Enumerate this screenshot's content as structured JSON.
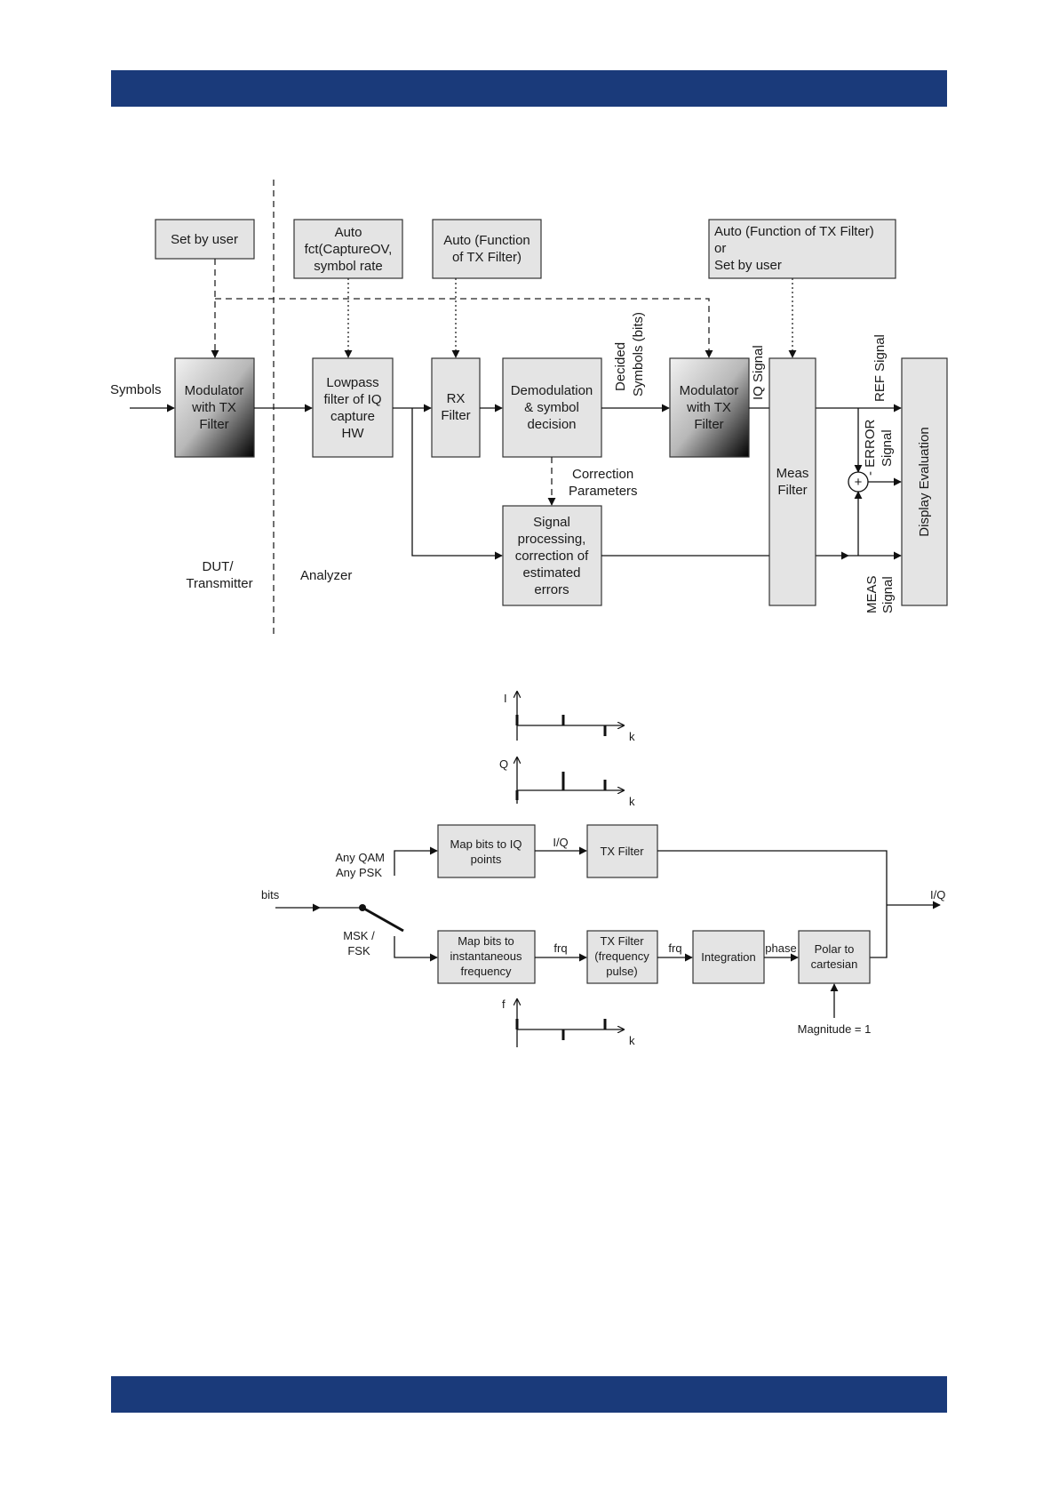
{
  "colors": {
    "banner": "#1a3a7a",
    "box_fill": "#e4e4e4"
  },
  "diagram1": {
    "set_by_user": "Set by user",
    "auto_capture": [
      "Auto",
      "fct(CaptureOV,",
      "symbol rate"
    ],
    "auto_tx_filter": [
      "Auto (Function",
      "of TX Filter)"
    ],
    "auto_or_user": [
      "Auto (Function of TX Filter)",
      "or",
      "Set by user"
    ],
    "symbols": "Symbols",
    "modulator_dut": [
      "Modulator",
      "with TX",
      "Filter"
    ],
    "lowpass": [
      "Lowpass",
      "filter of IQ",
      "capture",
      "HW"
    ],
    "rx_filter": [
      "RX",
      "Filter"
    ],
    "demod": [
      "Demodulation",
      "& symbol",
      "decision"
    ],
    "decided_symbols": [
      "Decided",
      "Symbols (bits)"
    ],
    "modulator_ref": [
      "Modulator",
      "with TX",
      "Filter"
    ],
    "iq_signal": "IQ Signal",
    "meas_filter": [
      "Meas",
      "Filter"
    ],
    "ref_signal": "REF Signal",
    "error_signal": [
      "- ERROR",
      "Signal"
    ],
    "plus": "+",
    "display_eval": "Display Evaluation",
    "correction": [
      "Correction",
      "Parameters"
    ],
    "signal_processing": [
      "Signal",
      "processing,",
      "correction of",
      "estimated",
      "errors"
    ],
    "meas_signal": [
      "MEAS",
      "Signal"
    ],
    "dut": [
      "DUT/",
      "Transmitter"
    ],
    "analyzer": "Analyzer"
  },
  "diagram2": {
    "plot_i": {
      "axis": "I",
      "k": "k"
    },
    "plot_q": {
      "axis": "Q",
      "k": "k"
    },
    "plot_f": {
      "axis": "f",
      "k": "k"
    },
    "any_qam": [
      "Any QAM",
      "Any PSK"
    ],
    "bits": "bits",
    "msk_fsk": [
      "MSK /",
      "FSK"
    ],
    "map_iq": [
      "Map bits to IQ",
      "points"
    ],
    "iq_label": "I/Q",
    "tx_filter": "TX Filter",
    "iq_out": "I/Q",
    "map_freq": [
      "Map bits to",
      "instantaneous",
      "frequency"
    ],
    "frq1": "frq",
    "tx_filter_freq": [
      "TX Filter",
      "(frequency",
      "pulse)"
    ],
    "frq2": "frq",
    "integration": "Integration",
    "phase": "phase",
    "polar": [
      "Polar to",
      "cartesian"
    ],
    "magnitude": "Magnitude = 1"
  }
}
